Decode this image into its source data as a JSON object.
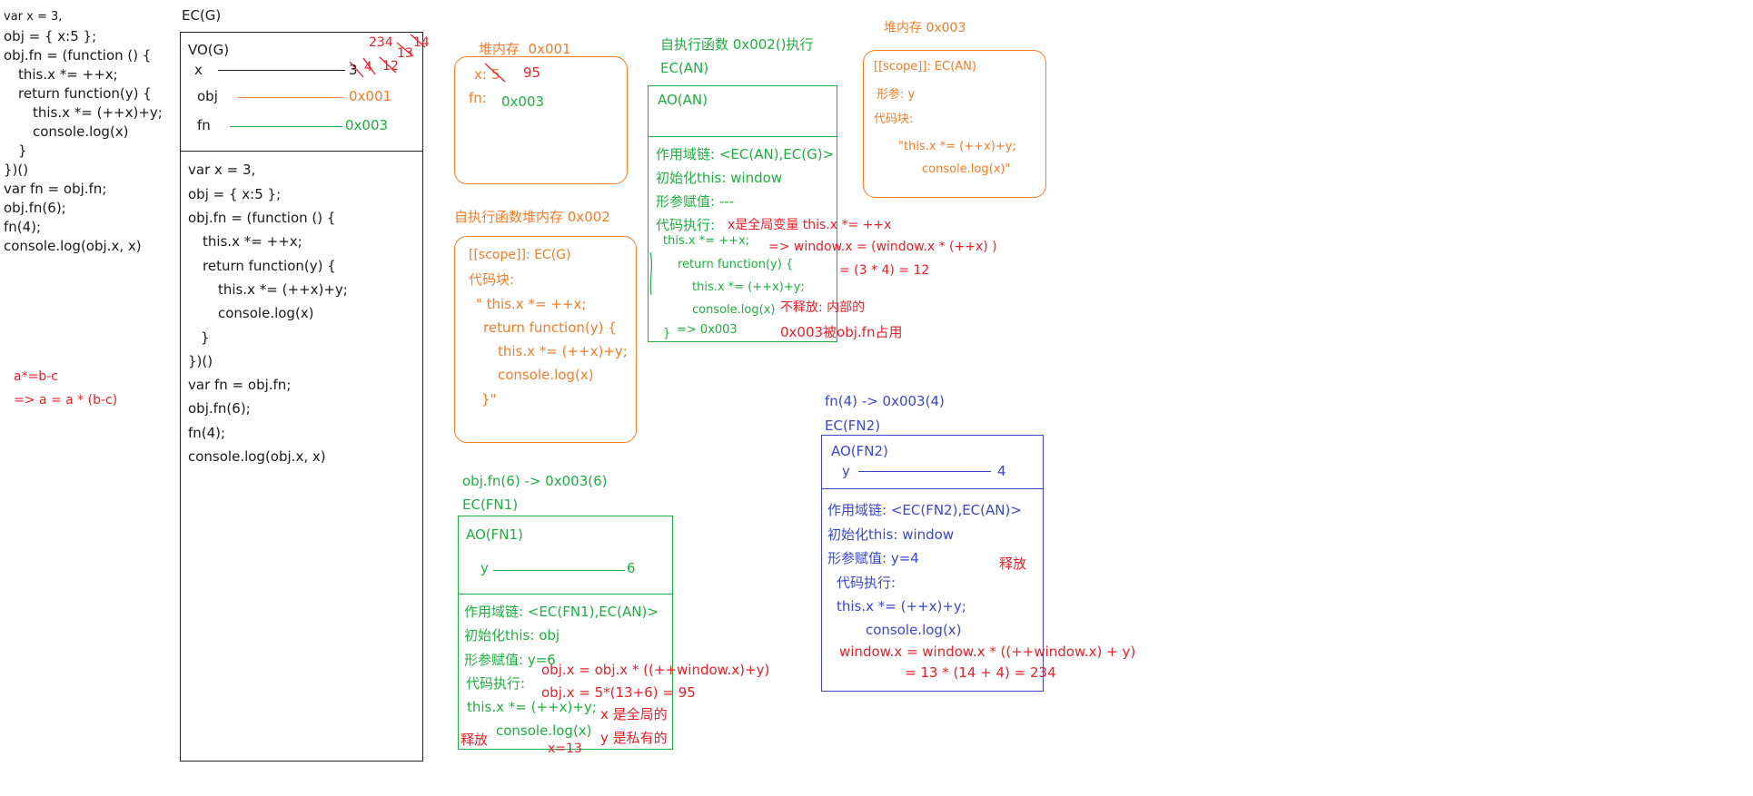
{
  "colors": {
    "black": "#1a1a1a",
    "orange": "#ef7d2b",
    "green": "#1fae3f",
    "red": "#e8202a",
    "blue": "#3a47c9"
  },
  "left_code": [
    "var x = 3,",
    "obj = { x:5 };",
    "obj.fn = (function () {",
    "this.x *= ++x;",
    "return function(y) {",
    "this.x *= (++x)+y;",
    "console.log(x)",
    "}",
    "})()",
    "var fn = obj.fn;",
    "obj.fn(6);",
    "fn(4);",
    "console.log(obj.x, x)"
  ],
  "note": {
    "line1": "a*=b-c",
    "line2": "=> a = a * (b-c)"
  },
  "ecg": {
    "title": "EC(G)",
    "vo_title": "VO(G)",
    "x_label": "x",
    "x_value": "3",
    "x_updates": [
      "4",
      "12",
      "13",
      "14",
      "234"
    ],
    "obj_label": "obj",
    "obj_value": "0x001",
    "fn_label": "fn",
    "fn_value": "0x003",
    "code": [
      "var x = 3,",
      "obj = { x:5 };",
      "obj.fn = (function () {",
      "this.x *= ++x;",
      "return function(y) {",
      "this.x *= (++x)+y;",
      "console.log(x)",
      "}",
      "})()",
      "var fn = obj.fn;",
      "obj.fn(6);",
      "fn(4);",
      "console.log(obj.x, x)"
    ]
  },
  "heap001": {
    "title": "堆内存  0x001",
    "x_label": "x:",
    "x_old": "5",
    "x_new": "95",
    "fn_label": "fn:",
    "fn_value": "0x003"
  },
  "heap002": {
    "title": "自执行函数堆内存 0x002",
    "scope": "[[scope]]: EC(G)",
    "code_label": "代码块:",
    "code": [
      "\" this.x *= ++x;",
      "return function(y) {",
      "this.x *= (++x)+y;",
      "console.log(x)",
      "}\""
    ]
  },
  "ecan": {
    "header": "自执行函数 0x002()执行",
    "title": "EC(AN)",
    "ao": "AO(AN)",
    "scope_chain": "作用域链: <EC(AN),EC(G)>",
    "init_this": "初始化this: window",
    "params": "形参赋值: ---",
    "exec_label": "代码执行:",
    "code": [
      "this.x *= ++x;",
      "return function(y) {",
      "this.x *= (++x)+y;",
      "console.log(x)",
      "}",
      "=> 0x003"
    ],
    "note_global": "x是全局变量 this.x *= ++x",
    "note_calc1": "=> window.x = (window.x * (++x) )",
    "note_calc2": "= (3 * 4) = 12",
    "note_keep1": "不释放: 内部的",
    "note_keep2": "0x003被obj.fn占用"
  },
  "heap003": {
    "title": "堆内存 0x003",
    "scope": "[[scope]]: EC(AN)",
    "param": "形参: y",
    "code_label": "代码块:",
    "code": [
      "\"this.x *= (++x)+y;",
      "console.log(x)\""
    ]
  },
  "fn1": {
    "call": "obj.fn(6) -> 0x003(6)",
    "title": "EC(FN1)",
    "ao": "AO(FN1)",
    "y_label": "y",
    "y_value": "6",
    "scope_chain": "作用域链: <EC(FN1),EC(AN)>",
    "init_this": "初始化this: obj",
    "params": "形参赋值: y=6",
    "exec_label": "代码执行:",
    "code1": "this.x *= (++x)+y;",
    "code2": "console.log(x)",
    "release": "释放",
    "calc1": "obj.x = obj.x * ((++window.x)+y)",
    "calc2": "obj.x = 5*(13+6) = 95",
    "note_x": "x 是全局的",
    "note_y": "y 是私有的",
    "note_x13": "x=13"
  },
  "fn2": {
    "call": "fn(4) -> 0x003(4)",
    "title": "EC(FN2)",
    "ao": "AO(FN2)",
    "y_label": "y",
    "y_value": "4",
    "scope_chain": "作用域链: <EC(FN2),EC(AN)>",
    "init_this": "初始化this: window",
    "params": "形参赋值: y=4",
    "exec_label": "代码执行:",
    "code1": "this.x *= (++x)+y;",
    "code2": "console.log(x)",
    "release": "释放",
    "calc1": "window.x = window.x * ((++window.x) + y)",
    "calc2": "= 13 * (14 + 4) = 234"
  }
}
